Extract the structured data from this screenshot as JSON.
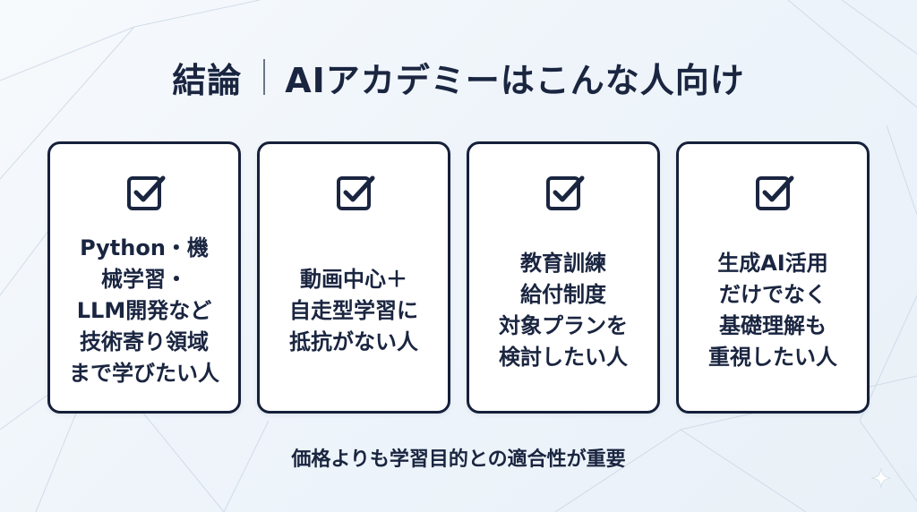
{
  "title": {
    "left": "結論",
    "right": "AIアカデミーはこんな人向け"
  },
  "cards": [
    {
      "icon": "checkbox-checked-icon",
      "lines": [
        "Python・機",
        "械学習・",
        "LLM開発など",
        "技術寄り領域",
        "まで学びたい人"
      ]
    },
    {
      "icon": "checkbox-checked-icon",
      "lines": [
        "動画中心＋",
        "自走型学習に",
        "抵抗がない人"
      ]
    },
    {
      "icon": "checkbox-checked-icon",
      "lines": [
        "教育訓練",
        "給付制度",
        "対象プランを",
        "検討したい人"
      ]
    },
    {
      "icon": "checkbox-checked-icon",
      "lines": [
        "生成AI活用",
        "だけでなく",
        "基礎理解も",
        "重視したい人"
      ]
    }
  ],
  "footer": "価格よりも学習目的との適合性が重要",
  "decor": {
    "corner_icon": "sparkle-icon"
  },
  "colors": {
    "text": "#1a2540",
    "card_border": "#16203a",
    "card_bg": "#ffffff",
    "background": "#eef4fa"
  }
}
